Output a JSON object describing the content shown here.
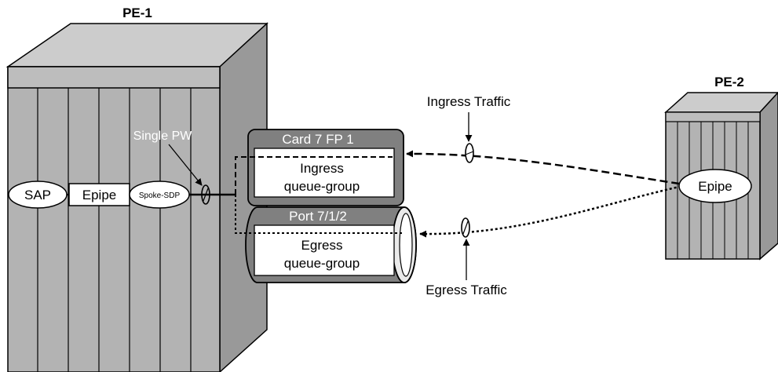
{
  "colors": {
    "chassis_front": "#b3b3b3",
    "chassis_top": "#cccccc",
    "chassis_side": "#999999",
    "box_dark": "#808080",
    "box_light": "#ffffff",
    "stroke": "#000000",
    "annotation_text": "#ffffff"
  },
  "pe1": {
    "title": "PE-1",
    "sap_label": "SAP",
    "epipe_label": "Epipe",
    "spoke_sdp_label": "Spoke-SDP",
    "single_pw_label": "Single PW"
  },
  "pe2": {
    "title": "PE-2",
    "epipe_label": "Epipe"
  },
  "card": {
    "title": "Card 7 FP 1",
    "inner_line1": "Ingress",
    "inner_line2": "queue-group"
  },
  "port": {
    "title": "Port 7/1/2",
    "inner_line1": "Egress",
    "inner_line2": "queue-group"
  },
  "traffic": {
    "ingress_label": "Ingress Traffic",
    "egress_label": "Egress Traffic"
  }
}
